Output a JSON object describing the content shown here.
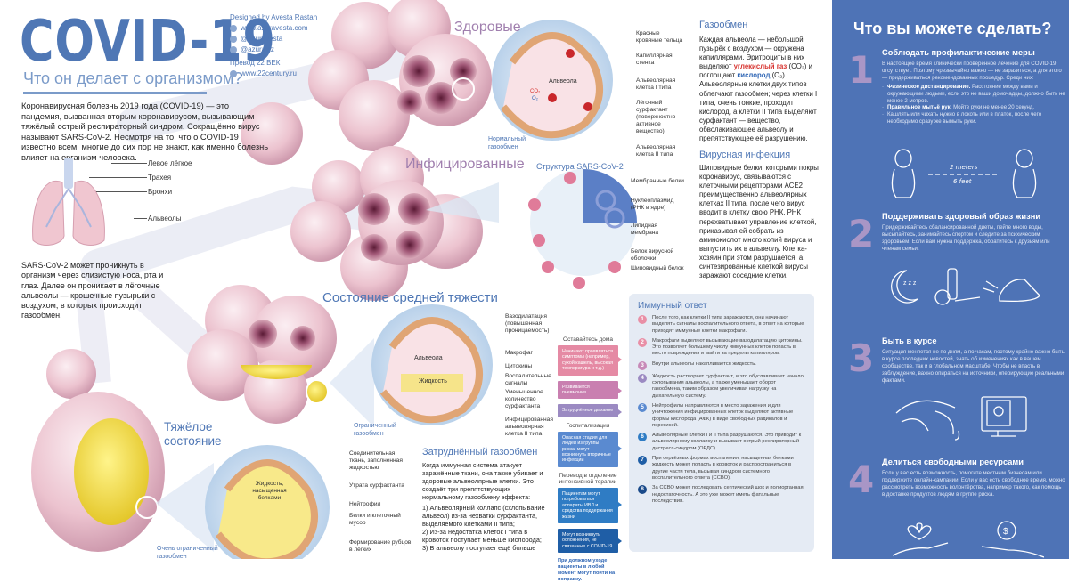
{
  "header": {
    "title": "COVID-19",
    "subtitle": "Что он делает с организмом?",
    "credits": {
      "designer": "Designed by Avesta Rastan",
      "website": "www.azuravesta.com",
      "twitter": "@azuravesta",
      "instagram": "@azuraviz",
      "translation": "Превод 22 ВЕК",
      "translation_site": "www.22century.ru"
    }
  },
  "intro": "Коронавирусная болезнь 2019 года (COVID-19) — это пандемия, вызванная вторым коронавирусом, вызывающим тяжёлый острый респираторный синдром. Сокращённо вирус называют SARS-CoV-2. Несмотря на то, что о COVID-19 известно всем, многие до сих пор не знают, как именно болезнь влияет на организм человека.",
  "lungs": {
    "labels": [
      "Левое лёгкое",
      "Трахея",
      "Бронхи",
      "Альвеолы"
    ],
    "text": "SARS-CoV-2 может проникнуть в организм через слизистую носа, рта и глаз. Далее он проникает в лёгочные альвеолы — крошечные пузырьки с воздухом, в которых происходит газообмен."
  },
  "healthy": {
    "title": "Здоровые",
    "center": "Альвеола",
    "co2": "CO₂",
    "o2": "O₂",
    "caption": "Нормальный газообмен",
    "labels": [
      "Красные кровяные тельца",
      "Капиллярная стенка",
      "Альвеолярная клетка I типа",
      "Лёгочный сурфактант (поверхностно-активное вещество)",
      "Альвеолярная клетка II типа"
    ]
  },
  "gas_exchange": {
    "title": "Газообмен",
    "p1": "Каждая альвеола — небольшой пузырёк с воздухом — окружена капиллярами. Эритроциты в них выделяют",
    "co2_term": "углекислый газ",
    "p2": "(CO₂) и поглощают",
    "o2_term": "кислород",
    "p3": "(O₂). Альвеолярные клетки двух типов облегчают газообмен; через клетки I типа, очень тонкие, проходит кислород, а клетки II типа выделяют сурфактант — вещество, обволакивающее альвеолу и препятствующее её разрушению."
  },
  "infected": {
    "title": "Инфицированные",
    "structure_title": "Структура SARS-CoV-2",
    "labels": [
      "Мембранные белки",
      "Нуклеоплазмид (РНК в ядре)",
      "Липидная мембрана",
      "Белок вирусной оболочки",
      "Шиповидный белок"
    ]
  },
  "viral_infection": {
    "title": "Вирусная инфекция",
    "text": "Шиповидные белки, которыми покрыт коронавирус, связываются с клеточными рецепторами ACE2 преимущественно альвеолярных клетках II типа, после чего вирус вводит в клетку свою РНК. РНК перехватывает управление клеткой, приказывая ей собрать из аминокислот много копий вируса и выпустить их в альвеолу. Клетка-хозяин при этом разрушается, а синтезированные клеткой вирусы заражают соседние клетки."
  },
  "moderate": {
    "title": "Состояние средней тяжести",
    "center": "Альвеола",
    "fluid": "Жидкость",
    "caption": "Ограниченный газообмен",
    "labels": [
      "Вазодилатация (повышенная проницаемость)",
      "Макрофаг",
      "Цитокины",
      "Воспалительные сигналы",
      "Уменьшенное количество сурфактанта",
      "Инфицированная альвеолярная клетка II типа"
    ]
  },
  "severe": {
    "title_line1": "Тяжёлое",
    "title_line2": "состояние",
    "fluid": "Жидкость, насыщенная белками",
    "caption": "Очень ограниченный газообмен",
    "labels": [
      "Соединительная ткань, заполненная жидкостью",
      "Утрата сурфактанта",
      "Нейтрофил",
      "Белки и клеточный мусор",
      "Формирование рубцов в лёгких"
    ]
  },
  "impaired": {
    "title": "Затруднённый газообмен",
    "intro": "Когда иммунная система атакует заражённые ткани, она также убивает и здоровые альвеолярные клетки. Это создаёт три препятствующих нормальному газообмену эффекта:",
    "items": [
      "1) Альвеолярный коллапс (схлопывание альвеол) из-за нехватки сурфактанта, выделяемого клетками II типа;",
      "2) Из-за недостатка клеток I типа в кровоток поступает меньше кислорода;",
      "3) В альвеолу поступает ещё больше"
    ]
  },
  "stages": {
    "home": "Оставайтесь дома",
    "hospital": "Госпитализация",
    "icu": "Перевод в отделение интенсивной терапии",
    "boxes": [
      {
        "text": "Начинают проявляться симптомы (например, сухой кашель, высокая температура и т.д.)",
        "color": "#e58aa4"
      },
      {
        "text": "Развивается пневмония",
        "color": "#c97fb0"
      },
      {
        "text": "Затруднённое дыхание",
        "color": "#9b8ac2"
      },
      {
        "text": "Опасная стадия для людей из группы риска; могут возникнуть вторичные инфекции",
        "color": "#5a8ad0"
      },
      {
        "text": "Пациентам могут потребоваться аппараты ИВЛ и средства поддержания жизни",
        "color": "#2f7cc4"
      },
      {
        "text": "Могут возникнуть осложнения, не связанные с COVID-19",
        "color": "#1f5ea6"
      }
    ],
    "note": "При должном уходе пациенты в любой момент могут пойти на поправку."
  },
  "immune": {
    "title": "Иммунный ответ",
    "items": [
      {
        "n": "1",
        "color": "#e98fa6",
        "text": "После того, как клетки II типа заражаются, они начинают выделять сигналы воспалительного ответа, в ответ на которые приходят иммунные клетки макрофаги."
      },
      {
        "n": "2",
        "color": "#e98fa6",
        "text": "Макрофаги выделяют вызывающие вазодилатацию цитокины. Это позволяет большему числу иммунных клеток попасть в место повреждения и выйти за пределы капилляров."
      },
      {
        "n": "3",
        "color": "#c78ab8",
        "text": "Внутри альвеолы накапливается жидкость."
      },
      {
        "n": "4",
        "color": "#9b8ac2",
        "text": "Жидкость растворяет сурфактант, и это обуславливает начало схлопывания альвеолы, а также уменьшает оборот газообмена, таким образом увеличивая нагрузку на дыхательную систему."
      },
      {
        "n": "5",
        "color": "#5a8ad0",
        "text": "Нейтрофилы направляются в место заражения и для уничтожения инфицированных клеток выделяют активные формы кислорода (АФК) в виде свободных радикалов и перекисей."
      },
      {
        "n": "6",
        "color": "#2f7cc4",
        "text": "Альвеолярные клетки I и II типа разрушаются. Это приводит к альвеолярному коллапсу и вызывает острый респираторный дистресс-синдром (ОРДС)."
      },
      {
        "n": "7",
        "color": "#1f5ea6",
        "text": "При серьёзных формах воспаления, насыщенная белками жидкость может попасть в кровоток и распространиться в другие части тела, вызывая синдром системного воспалительного ответа (ССВО)."
      },
      {
        "n": "8",
        "color": "#1a4a8a",
        "text": "За ССВО может последовать септический шок и полиорганная недостаточность. А это уже может иметь фатальные последствия."
      }
    ]
  },
  "actions": {
    "title": "Что вы можете сделать?",
    "colors": {
      "panel": "#4e73b6",
      "number": "#a996c6"
    },
    "steps": [
      {
        "n": "1",
        "title": "Соблюдать профилактические меры",
        "text": "В настоящее время клинически проверенное лечение для COVID-19 отсутствует. Поэтому чрезвычайно важно — не заразиться, а для этого — придерживаться рекомендованных процедур. Среди них:",
        "bullets": [
          {
            "bold": "Физическое дистанцирование.",
            "text": " Расстояние между вами и окружающими людьми, если это не ваши домочадцы, должно быть не менее 2 метров."
          },
          {
            "bold": "Правильное мытьё рук.",
            "text": " Мойте руки не менее 20 секунд."
          },
          {
            "bold": "",
            "text": "Кашлять или чихать нужно в локоть или в платок, после чего необходимо сразу же вымыть руки."
          }
        ],
        "illustration": {
          "top": "2 meters",
          "bottom": "6 feet"
        }
      },
      {
        "n": "2",
        "title": "Поддерживать здоровый образ жизни",
        "text": "Придерживайтесь сбалансированной диеты, пейте много воды, высыпайтесь, занимайтесь спортом и следите за психическим здоровьем. Если вам нужна поддержка, обратитесь к друзьям или членам семьи."
      },
      {
        "n": "3",
        "title": "Быть в курсе",
        "text": "Ситуация меняется не по дням, а по часам, поэтому крайне важно быть в курсе последних новостей, знать об изменениях как в вашем сообществе, так и в глобальном масштабе. Чтобы не впасть в заблуждение, важно опираться на источники, оперирующие реальными фактами."
      },
      {
        "n": "4",
        "title": "Делиться свободными ресурсами",
        "text": "Если у вас есть возможность, помогите местным бизнесам или поддержите онлайн-кампании. Если у вас есть свободное время, можно рассмотреть возможность волонтёрства, например такого, как помощь в доставке продуктов людям в группе риска."
      }
    ]
  }
}
